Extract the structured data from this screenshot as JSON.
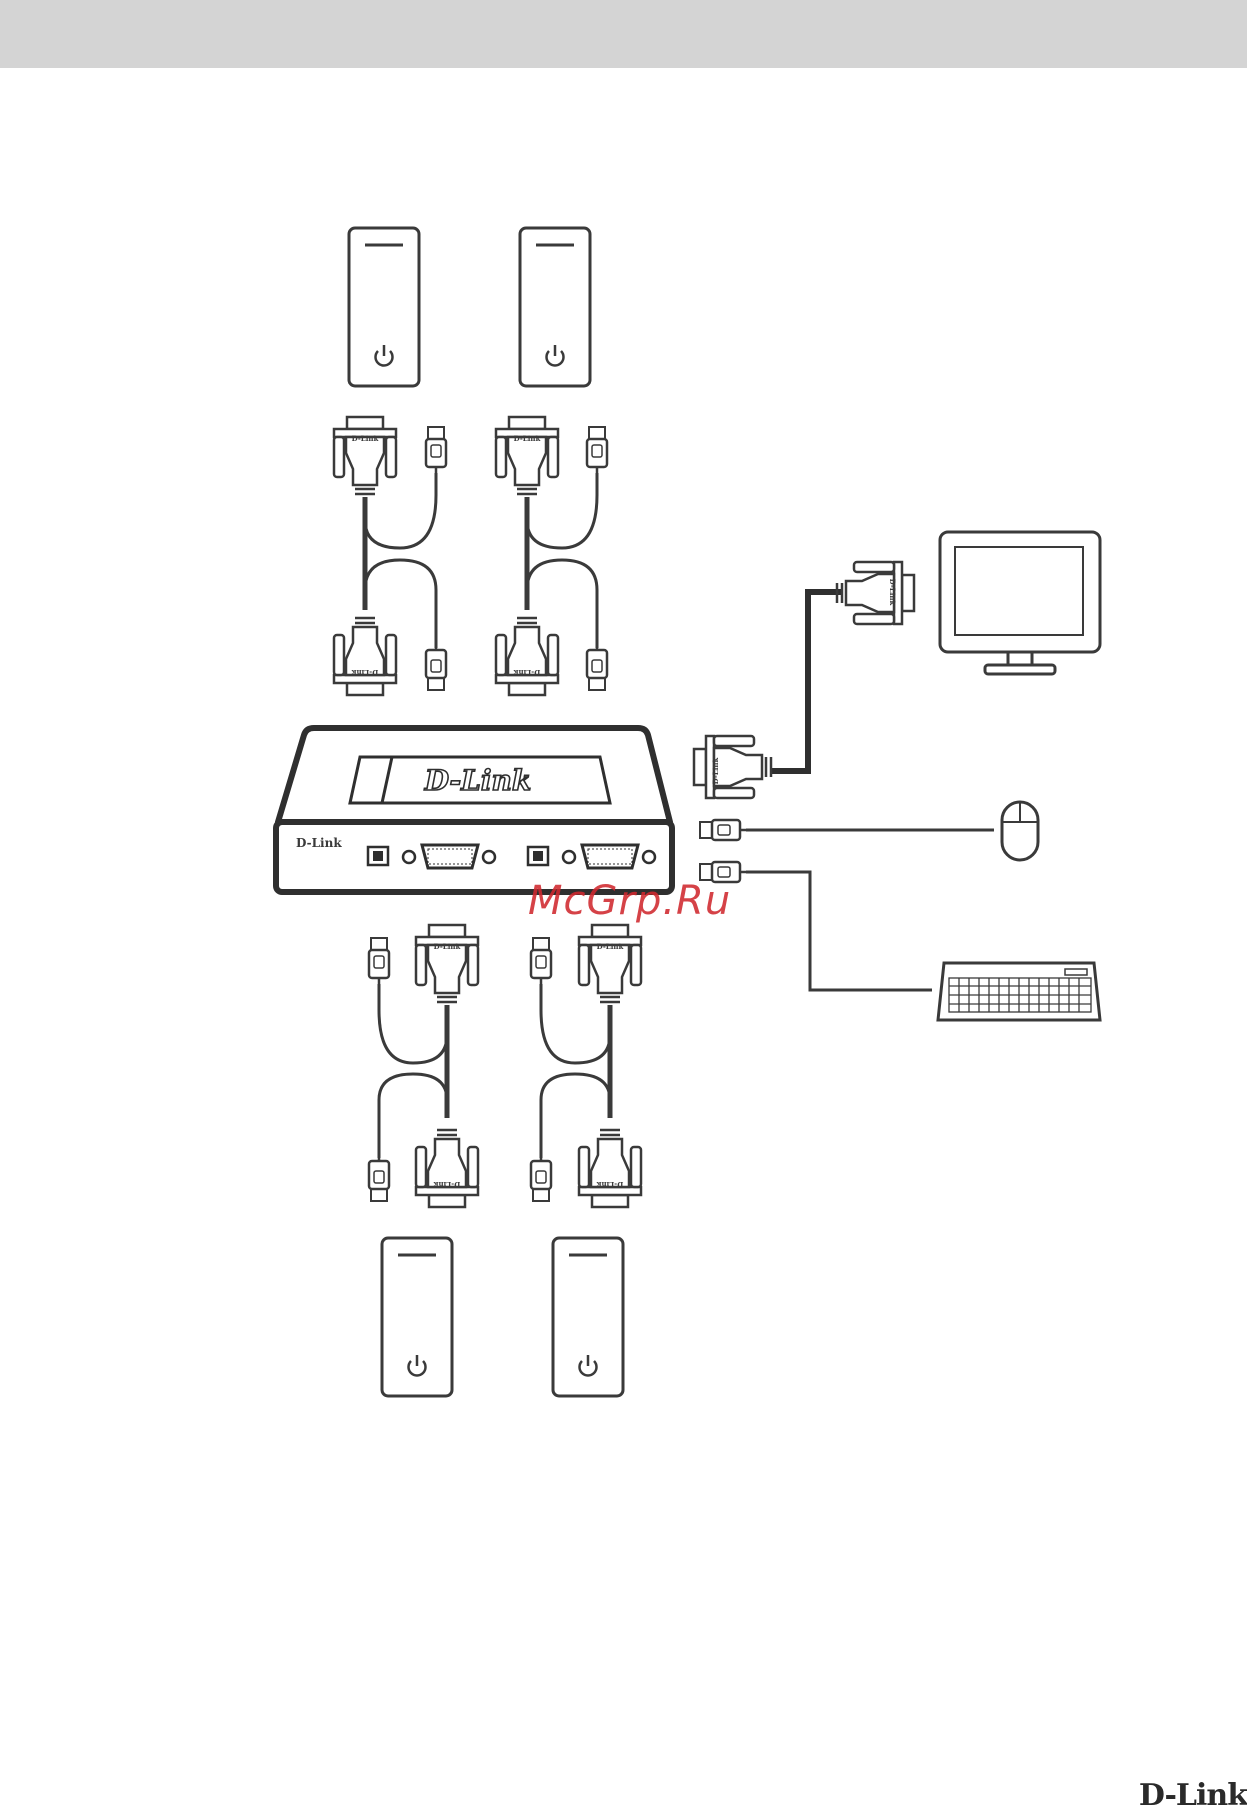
{
  "brand": {
    "switch_label": "D-Link",
    "switch_top_logo": "D-Link",
    "cable_label": "D-Link",
    "footer_logo": "D-Link"
  },
  "watermark": "McGrp.Ru",
  "devices": {
    "computers": [
      "computer-1",
      "computer-2",
      "computer-3",
      "computer-4"
    ],
    "peripherals": [
      "monitor",
      "mouse",
      "keyboard"
    ]
  },
  "colors": {
    "line": "#3a3a3a",
    "header_bar": "#d4d4d4",
    "watermark": "#d0282e"
  }
}
